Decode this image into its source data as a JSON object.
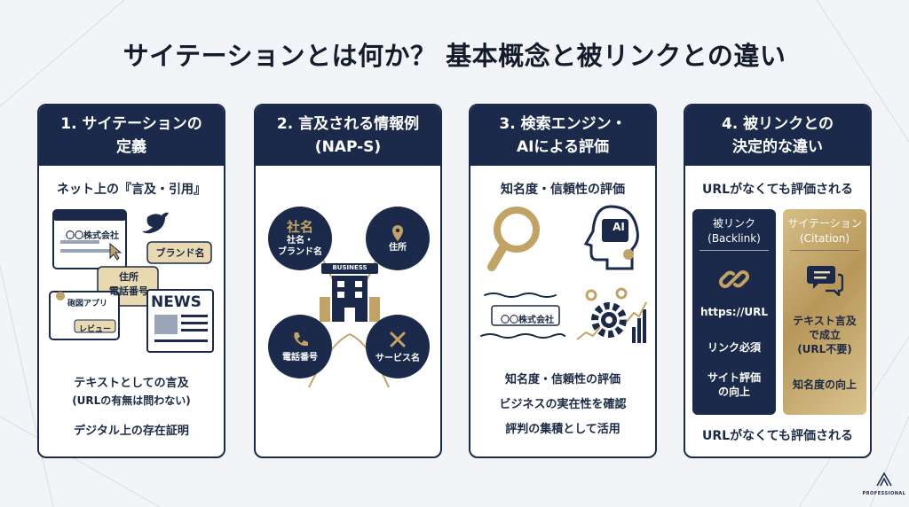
{
  "title": "サイテーションとは何か？ 基本概念と被リンクとの違い",
  "cards": [
    {
      "heading": "1. サイテーションの\n定義",
      "subheading": "ネット上の『言及・引用』",
      "illustration": {
        "company": "〇〇株式会社",
        "brand_bubble": "ブランド名",
        "contact_bubble": "住所\n電話番号",
        "app": "砲図アプリ",
        "review": "レビュー",
        "news": "NEWS"
      },
      "line1": "テキストとしての言及",
      "line2": "(URLの有無は問わない)",
      "line3": "デジタル上の存在証明"
    },
    {
      "heading": "2. 言及される情報例\n(NAP-S)",
      "circles": [
        {
          "title": "社名",
          "label": "社名・\nブランド名"
        },
        {
          "label": "住所"
        },
        {
          "label": "電話番号"
        },
        {
          "label": "サービス名"
        }
      ],
      "building_label": "BUSINESS"
    },
    {
      "heading": "3. 検索エンジン・\nAIによる評価",
      "subheading": "知名度・信頼性の評価",
      "ai_label": "AI",
      "company_tag": "〇〇株式会社",
      "line1": "知名度・信頼性の評価",
      "line2": "ビジネスの実在性を確認",
      "line3": "評判の集積として活用"
    },
    {
      "heading": "4. 被リンクとの\n決定的な違い",
      "subheading": "URLがなくても評価される",
      "backlink": {
        "title": "被リンク\n(Backlink)",
        "url": "https://URL",
        "req": "リンク必須",
        "effect": "サイト評価\nの向上"
      },
      "citation": {
        "title": "サイテーション\n(Citation)",
        "req": "テキスト言及\nで成立\n(URL不要)",
        "effect": "知名度の向上"
      },
      "footer": "URLがなくても評価される"
    }
  ],
  "logo_text": "PROFESSIONAL",
  "colors": {
    "navy": "#1b2a4a",
    "gold": "#c2a366",
    "background": "#f2f4f7"
  }
}
